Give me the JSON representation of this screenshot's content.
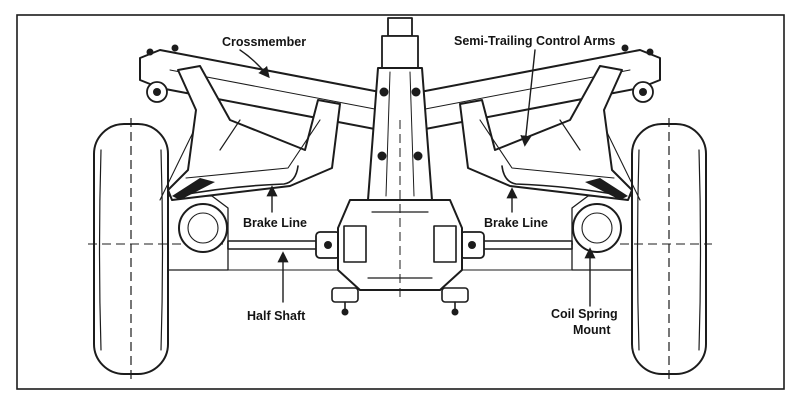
{
  "labels": {
    "crossmember": "Crossmember",
    "semi_trailing_control_arms": "Semi-Trailing Control Arms",
    "brake_line_left": "Brake Line",
    "brake_line_right": "Brake Line",
    "half_shaft": "Half Shaft",
    "coil_spring_mount_line1": "Coil Spring",
    "coil_spring_mount_line2": "Mount"
  },
  "icons": {
    "arrow": "arrow-icon"
  }
}
